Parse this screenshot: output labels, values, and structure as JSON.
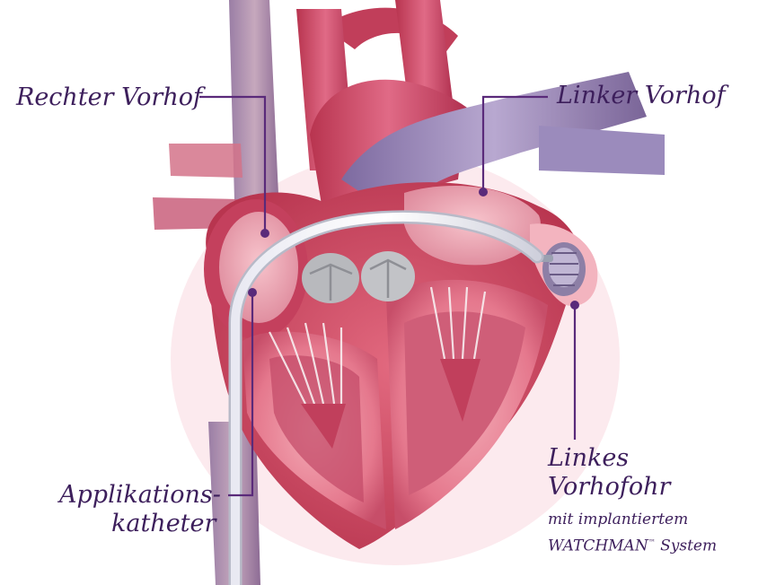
{
  "labels": {
    "right_atrium": "Rechter Vorhof",
    "left_atrium": "Linker Vorhof",
    "catheter_line1": "Applikations-",
    "catheter_line2": "katheter",
    "appendage_line1": "Linkes",
    "appendage_line2": "Vorhofohr",
    "appendage_sub1": "mit implantiertem",
    "appendage_sub2_brand": "WATCHMAN",
    "appendage_sub2_tm": "™",
    "appendage_sub2_rest": " System"
  },
  "colors": {
    "label_text": "#3d1f5c",
    "leader_line": "#5a2a7a",
    "heart_outer": "#d24f6e",
    "heart_muscle": "#e07a8c",
    "vein_blue": "#8e7fb0",
    "background": "#ffffff"
  }
}
